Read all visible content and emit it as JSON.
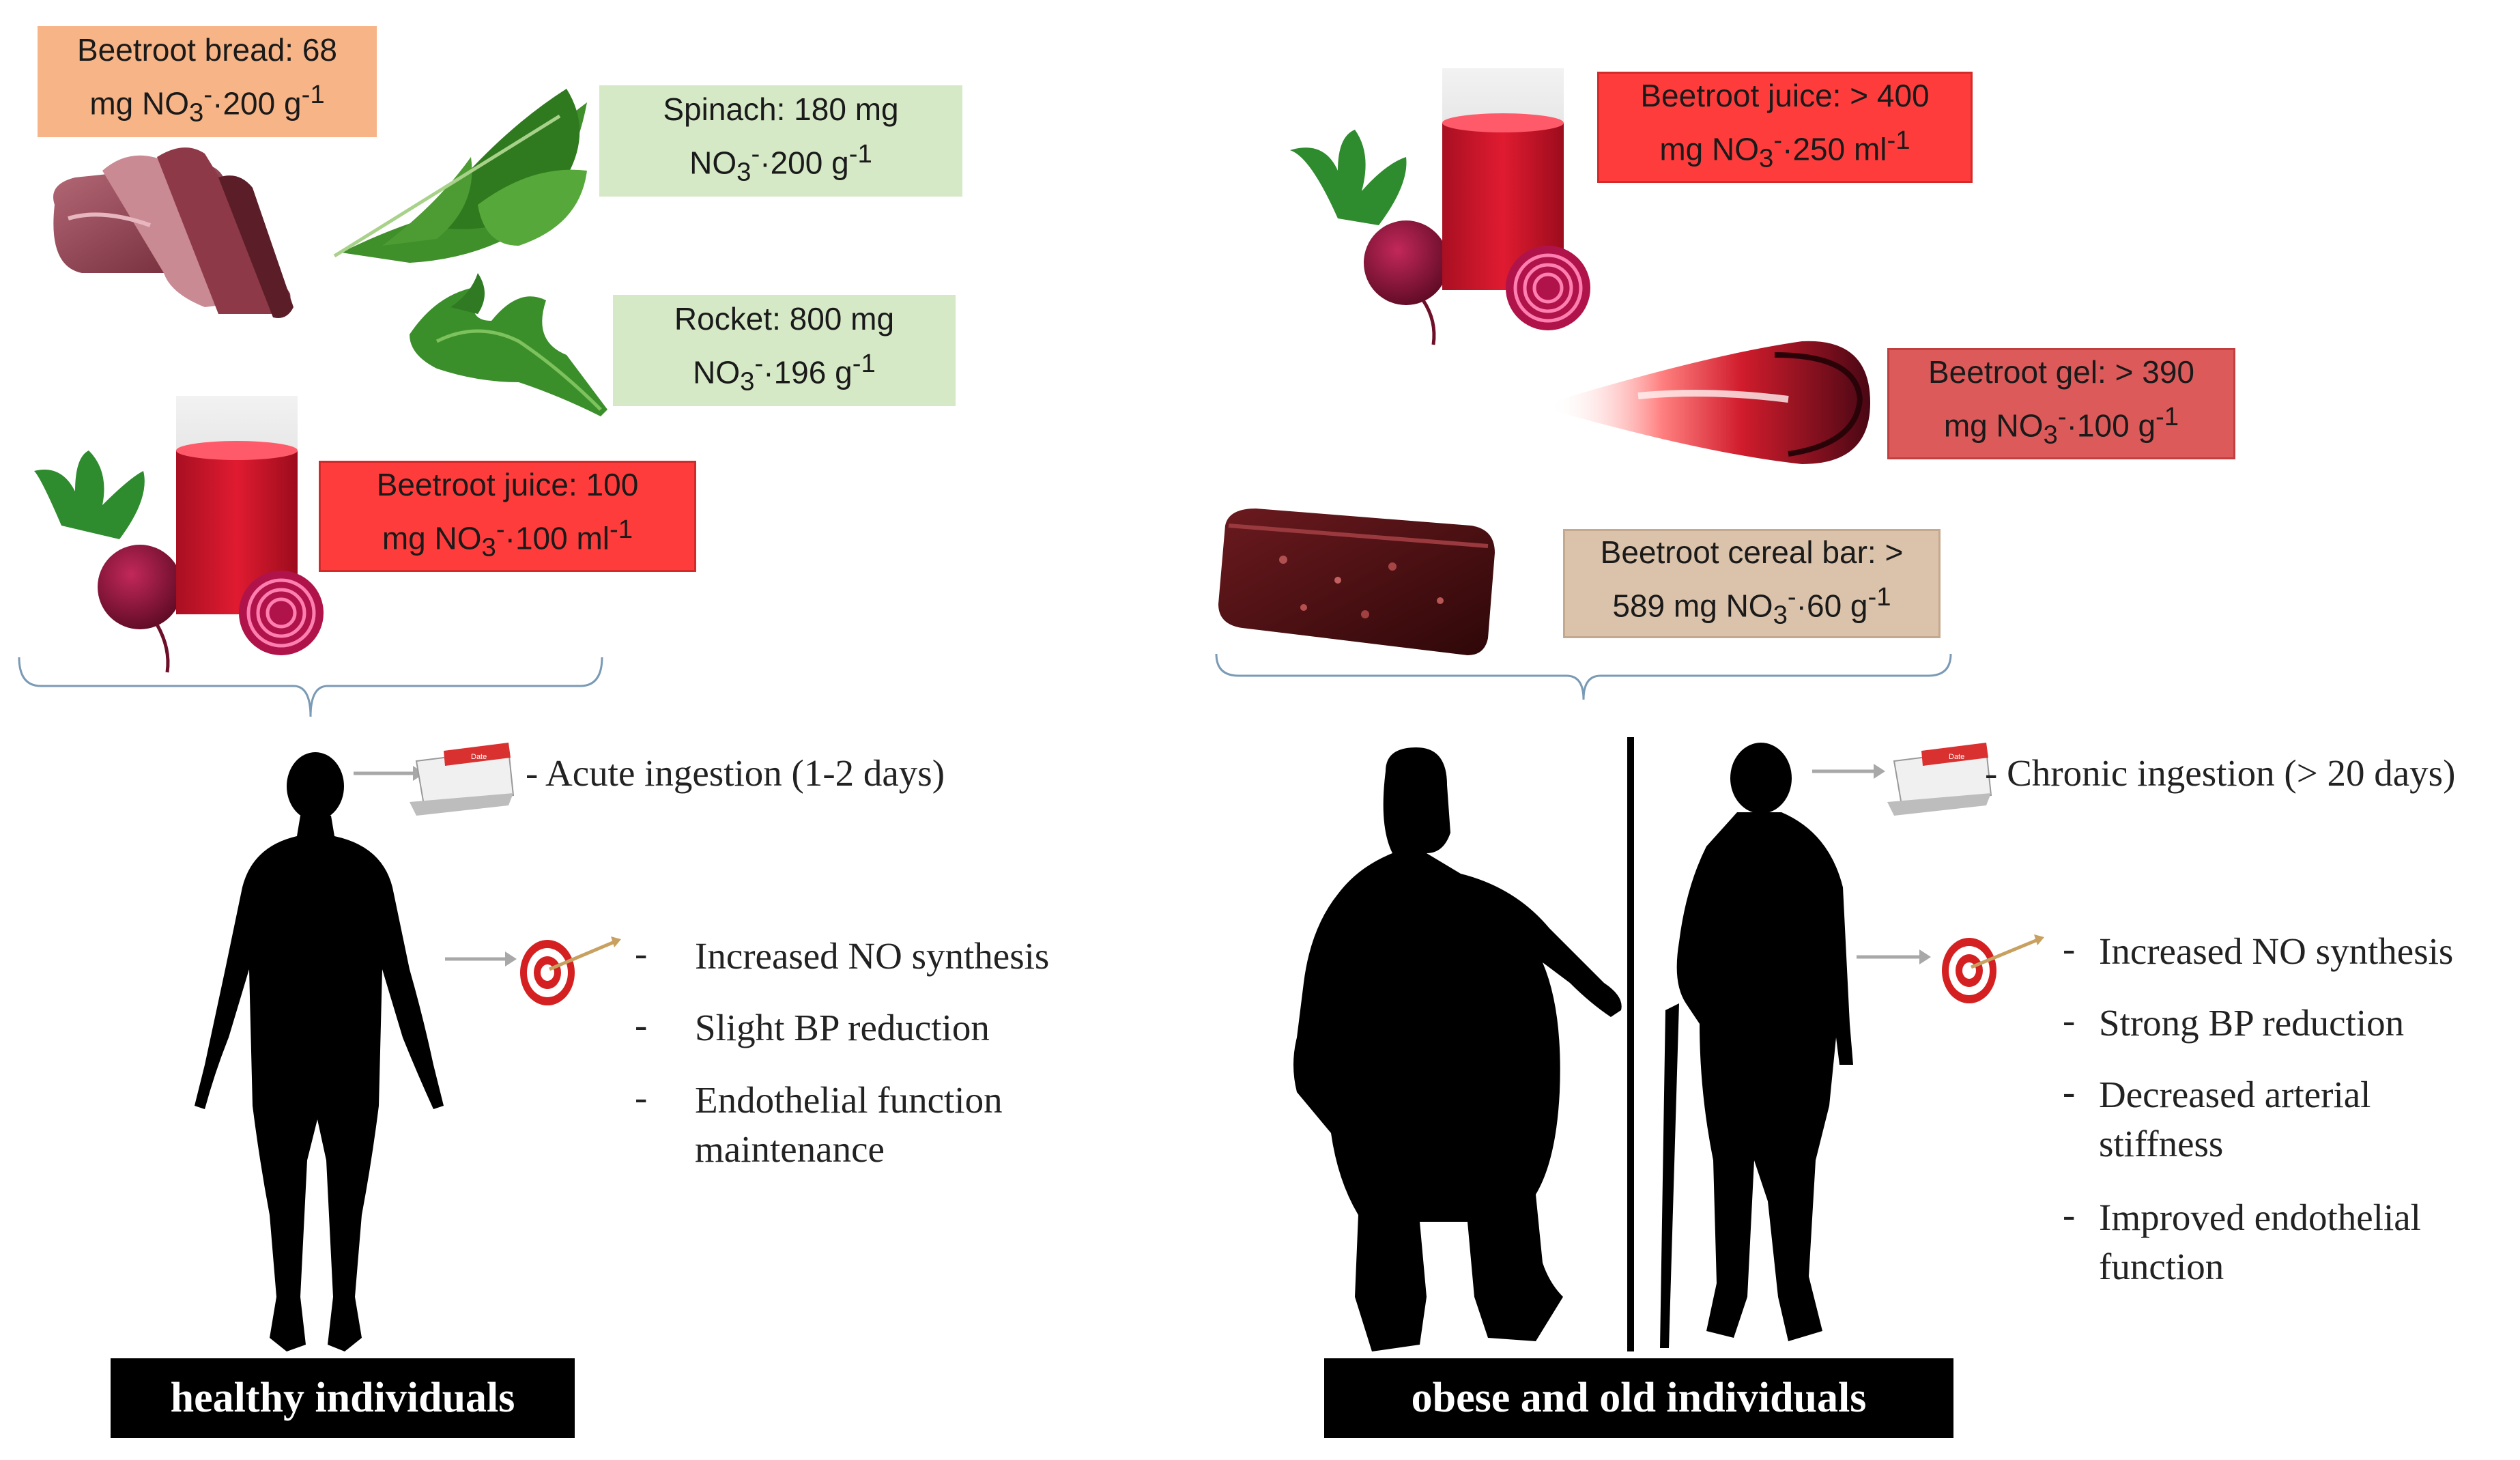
{
  "foods_healthy": {
    "bread": {
      "l1": "Beetroot bread: 68",
      "l2a": "mg NO",
      "l2b": "3",
      "l2c": "-",
      "l2d": "·200 g",
      "l2e": "-1"
    },
    "spinach": {
      "l1": "Spinach: 180 mg",
      "l2a": "NO",
      "l2b": "3",
      "l2c": "-",
      "l2d": "·200 g",
      "l2e": "-1"
    },
    "rocket": {
      "l1": "Rocket: 800 mg",
      "l2a": "NO",
      "l2b": "3",
      "l2c": "-",
      "l2d": "·196 g",
      "l2e": "-1"
    },
    "juice": {
      "l1": "Beetroot juice: 100",
      "l2a": "mg NO",
      "l2b": "3",
      "l2c": "-",
      "l2d": "·100 ml",
      "l2e": "-1"
    }
  },
  "foods_chronic": {
    "juice": {
      "l1": "Beetroot juice: > 400",
      "l2a": "mg NO",
      "l2b": "3",
      "l2c": "-",
      "l2d": "·250 ml",
      "l2e": "-1"
    },
    "gel": {
      "l1": "Beetroot gel: > 390",
      "l2a": "mg NO",
      "l2b": "3",
      "l2c": "-",
      "l2d": "·100 g",
      "l2e": "-1"
    },
    "bar": {
      "l1": "Beetroot cereal bar: >",
      "l2a": "589 mg NO",
      "l2b": "3",
      "l2c": "-",
      "l2d": "·60 g",
      "l2e": "-1"
    }
  },
  "healthy": {
    "ingestion": "- Acute ingestion (1-2 days)",
    "effects": [
      "Increased NO synthesis",
      "Slight BP reduction",
      "Endothelial function",
      "maintenance"
    ],
    "banner": "healthy individuals"
  },
  "obese": {
    "ingestion": "- Chronic ingestion (> 20 days)",
    "effects": [
      "Increased NO synthesis",
      "Strong BP reduction",
      "Decreased arterial",
      "stiffness",
      "Improved endothelial",
      "function"
    ],
    "banner": "obese and old individuals"
  },
  "dash": "-",
  "calendar_text": "Date",
  "colors": {
    "juice": "#d4162a",
    "beet": "#8a1030",
    "leaf": "#2e8b2e",
    "label_red": "#ff3c3c",
    "brace": "#7a9ab5"
  }
}
